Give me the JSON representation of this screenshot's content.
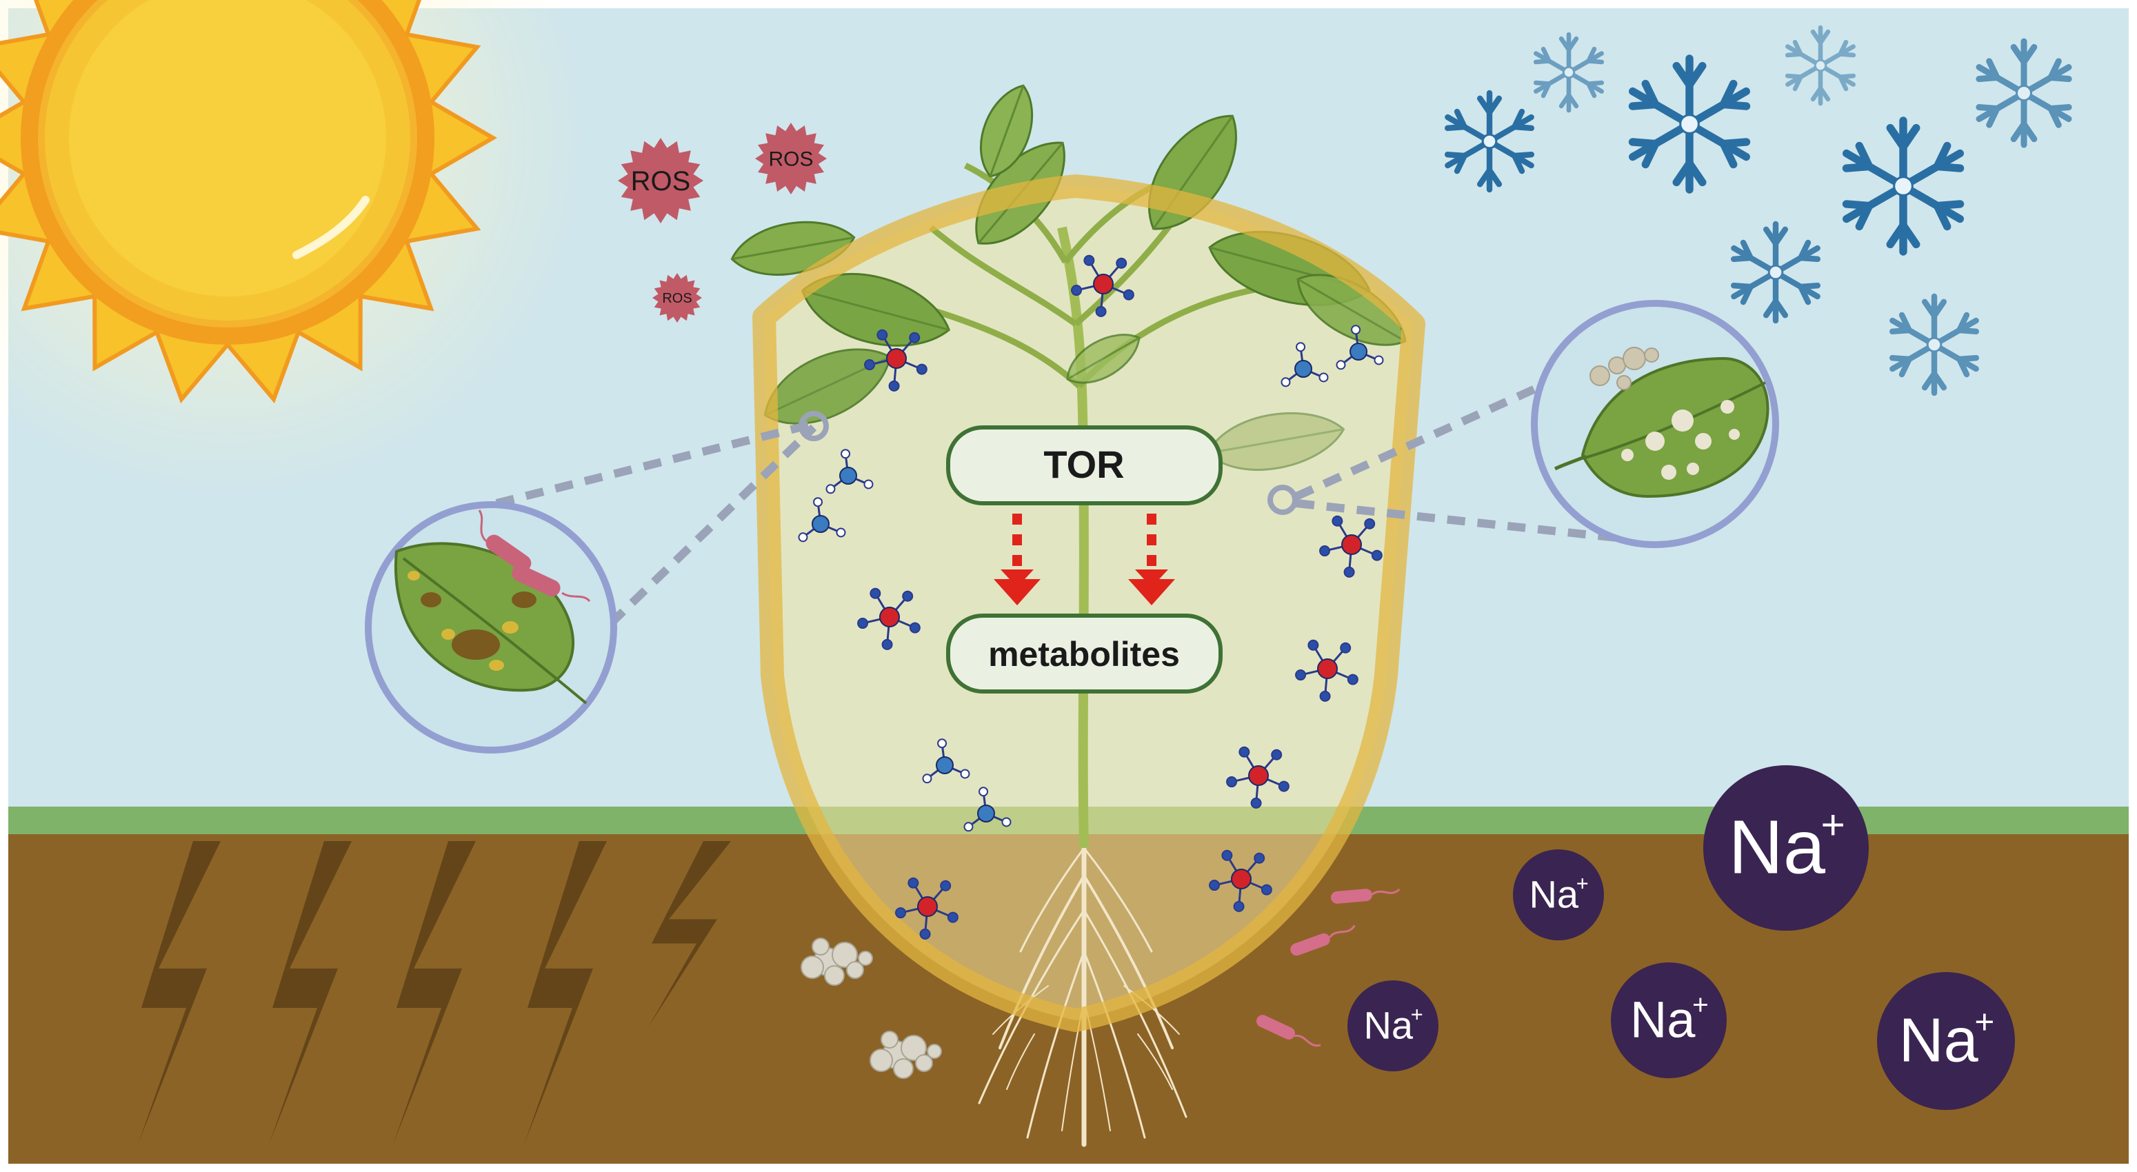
{
  "nodes": {
    "tor": "TOR",
    "metabolites": "metabolites"
  },
  "ros_label": "ROS",
  "sodium": {
    "symbol": "Na",
    "charge": "+"
  },
  "icons": {
    "sun": "sun-icon",
    "ros": "ros-burst-icon",
    "frost": "snowflake-icon",
    "lightning": "lightning-bolt-icon",
    "bacteria": "bacterium-icon",
    "fungus": "fungal-colony-icon",
    "leaf_bacterial": "diseased-leaf-bacterial-icon",
    "leaf_fungal": "diseased-leaf-fungal-icon",
    "molecule": "molecule-icon",
    "plant": "tomato-plant-icon",
    "shield": "shield-icon",
    "sodium_ion": "sodium-ion-icon"
  },
  "colors": {
    "sky": "#cfe6ec",
    "grass": "#7fb36a",
    "soil": "#8c6326",
    "lightning": "#5e4118",
    "shield": "#e3b640",
    "node_fill": "#eaf1e3",
    "node_stroke": "#3f7234",
    "arrow": "#e0241b",
    "ros": "#c05a66",
    "frost": "#2a6fa3",
    "sodium": "#3a2451",
    "ring": "#9aa4d4",
    "leaf": "#7aa342"
  }
}
